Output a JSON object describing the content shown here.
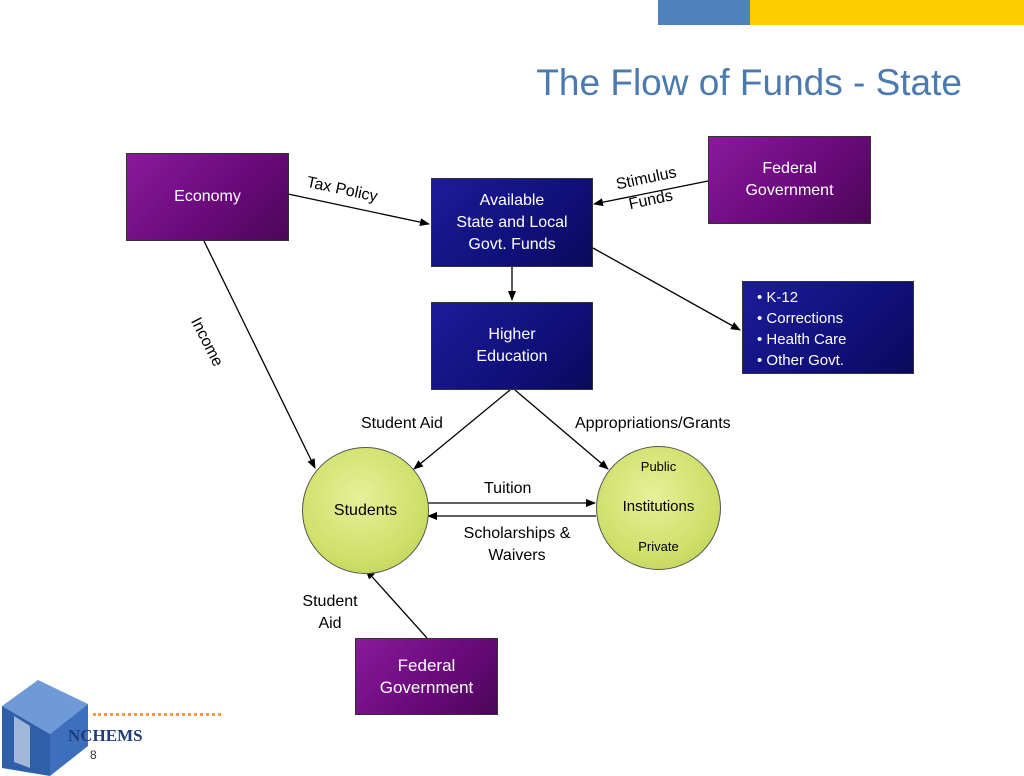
{
  "title": "The Flow of Funds -  State",
  "nodes": {
    "economy": "Economy",
    "federal_top": [
      "Federal",
      "Government"
    ],
    "available_funds": [
      "Available",
      "State and Local",
      "Govt. Funds"
    ],
    "higher_ed": [
      "Higher",
      "Education"
    ],
    "other_uses": [
      "K-12",
      "Corrections",
      "Health Care",
      "Other Govt."
    ],
    "students": "Students",
    "institutions": {
      "top": "Public",
      "middle": "Institutions",
      "bottom": "Private"
    },
    "federal_bottom": [
      "Federal",
      "Government"
    ]
  },
  "edge_labels": {
    "tax_policy": "Tax Policy",
    "stimulus": [
      "Stimulus",
      "Funds"
    ],
    "income": "Income",
    "student_aid_top": "Student Aid",
    "appropriations": "Appropriations/Grants",
    "tuition": "Tuition",
    "scholarships": [
      "Scholarships &",
      "Waivers"
    ],
    "student_aid_bottom": [
      "Student",
      "Aid"
    ]
  },
  "footer": {
    "logo": "NCHEMS",
    "page": "8"
  },
  "colors": {
    "title": "#4a7ab0",
    "purple": "#7a1490",
    "navy": "#12127e",
    "circle": "#d4e26e",
    "accent_blue": "#4f81bd",
    "accent_yellow": "#ffcc00"
  }
}
